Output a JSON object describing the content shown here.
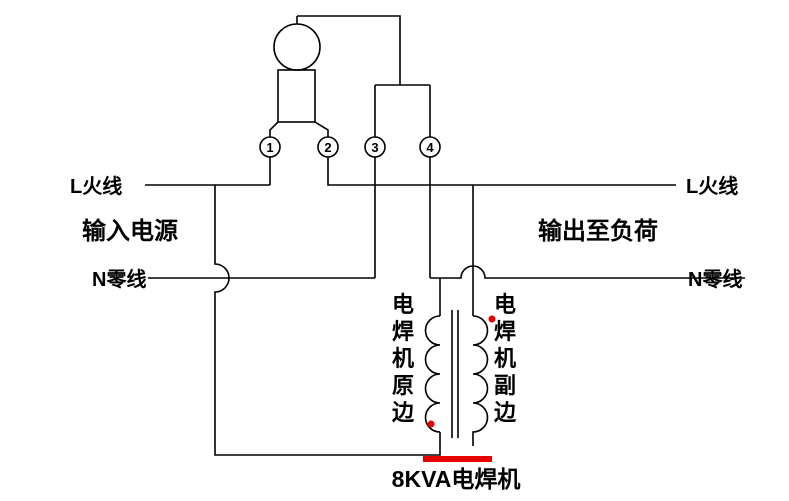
{
  "diagram": {
    "colors": {
      "line": "#000000",
      "annotation": "#e60000"
    },
    "labels": {
      "live_left": "L火线",
      "input_power": "输入电源",
      "neutral_left": "N零线",
      "live_right": "L火线",
      "output_to_load": "输出至负荷",
      "neutral_right": "N零线",
      "title": "8KVA电焊机"
    },
    "terminals": [
      "1",
      "2",
      "3",
      "4"
    ],
    "primary_label_chars": [
      "电",
      "焊",
      "机",
      "原",
      "边"
    ],
    "secondary_label_chars": [
      "电",
      "焊",
      "机",
      "副",
      "边"
    ]
  }
}
